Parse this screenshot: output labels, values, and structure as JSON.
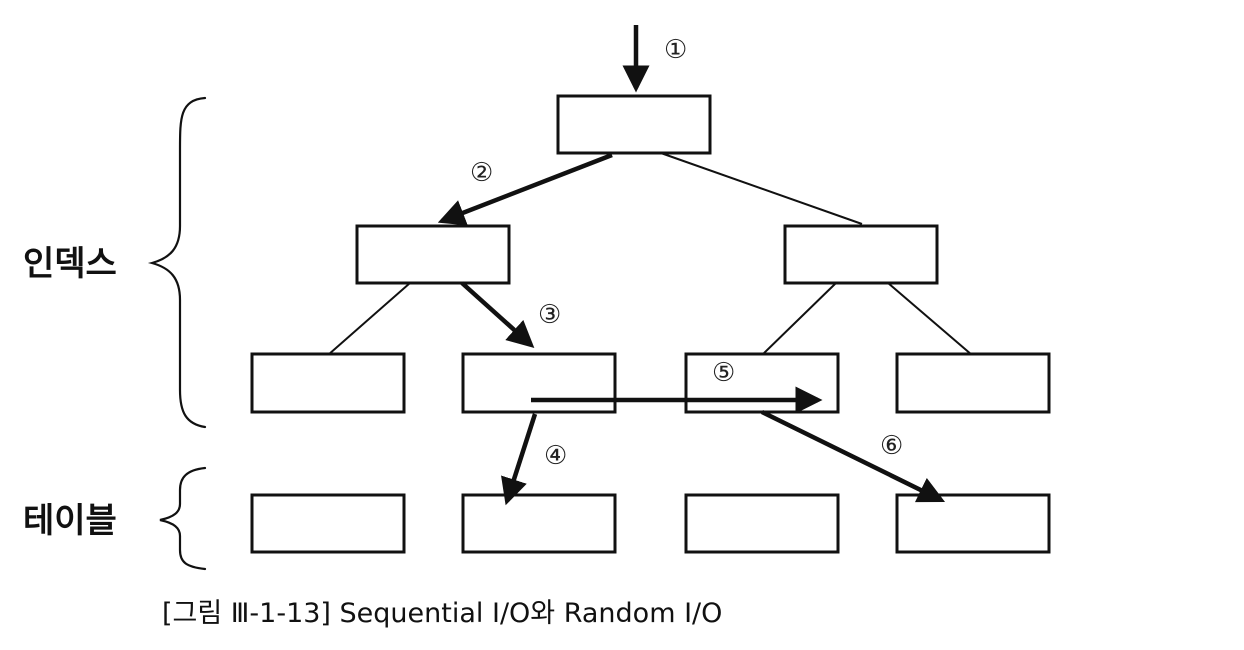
{
  "labels": {
    "index": "인덱스",
    "table": "테이블"
  },
  "steps": [
    "①",
    "②",
    "③",
    "④",
    "⑤",
    "⑥"
  ],
  "caption": "[그림 Ⅲ-1-13] Sequential I/O와 Random I/O"
}
